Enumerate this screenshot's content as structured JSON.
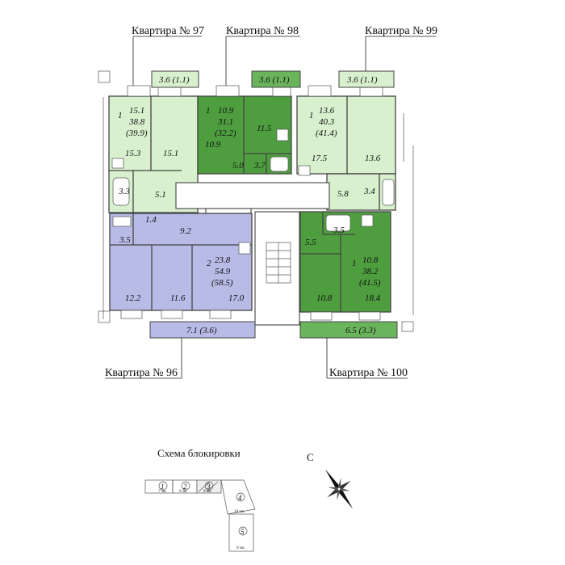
{
  "colors": {
    "apt_light": "#d9f0cf",
    "apt_green": "#4e9e3f",
    "apt_mid": "#74bb66",
    "apt_blue": "#b7bbe6",
    "balcony_light": "#d9f0cf",
    "balcony_green": "#6ab45c",
    "wall": "#444444",
    "corridor": "#ffffff"
  },
  "apartments": {
    "a97": {
      "label": "Квартира № 97",
      "rooms": "1",
      "living": "15.1",
      "total": "38.8",
      "total_with_balcony": "(39.9)",
      "balcony": "3.6 (1.1)",
      "r_bath": "15.3",
      "r_room": "15.1",
      "r_wc": "3.3",
      "r_hall": "5.1"
    },
    "a98": {
      "label": "Квартира №  98",
      "rooms": "1",
      "living": "10.9",
      "total": "31.1",
      "total_with_balcony": "(32.2)",
      "balcony": "3.6 (1.1)",
      "r_room": "10.9",
      "r_kitchen": "11.5",
      "r_hall": "5.0",
      "r_wc": "3.7"
    },
    "a99": {
      "label": "Квартира № 99",
      "rooms": "1",
      "living": "13.6",
      "total": "40.3",
      "total_with_balcony": "(41.4)",
      "balcony": "3.6 (1.1)",
      "r_kitchen": "17.5",
      "r_room": "13.6",
      "r_hall": "5.8",
      "r_wc": "3.4"
    },
    "a96": {
      "label": "Квартира № 96",
      "rooms": "2",
      "living": "23.8",
      "total": "54.9",
      "total_with_balcony": "(58.5)",
      "balcony": "7.1 (3.6)",
      "r_wc1": "1.4",
      "r_hall2": "9.2",
      "r_bath": "3.5",
      "r_room1": "12.2",
      "r_room2": "11.6",
      "r_kitchen": "17.0"
    },
    "a100": {
      "label": "Квартира № 100",
      "rooms": "1",
      "living": "10.8",
      "total": "38.2",
      "total_with_balcony": "(41.5)",
      "balcony": "6.5 (3.3)",
      "r_hall": "5.5",
      "r_wc": "3.5",
      "r_room": "10.8",
      "r_kitchen": "18.4"
    }
  },
  "scheme": {
    "title": "Схема блокировки",
    "sections": [
      "1",
      "2",
      "3",
      "4",
      "5"
    ],
    "dims": [
      "7 эт.",
      "9 эт.",
      "9 эт.",
      "14 эт.",
      "9 эт."
    ]
  },
  "compass": {
    "north_letter": "С"
  }
}
